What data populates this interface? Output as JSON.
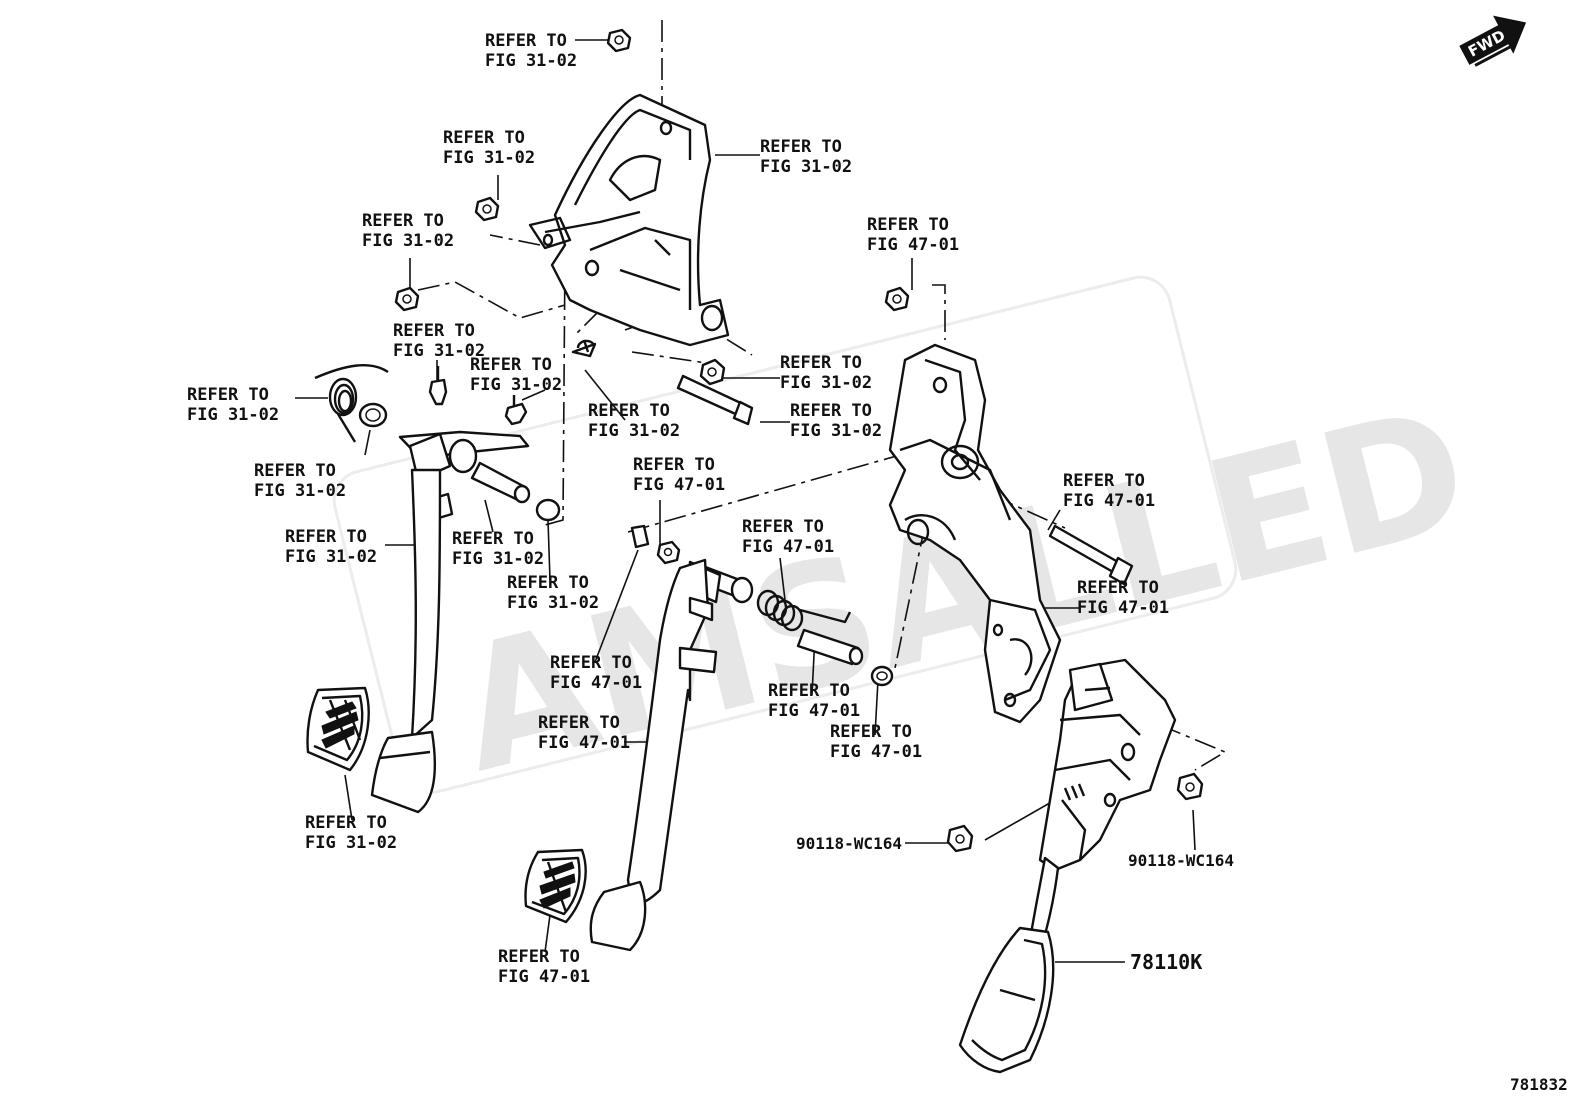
{
  "watermark": "AMSALLED",
  "fwd_label": "FWD",
  "diagram_number": "781832",
  "callouts": {
    "c1": [
      "REFER TO",
      "FIG 31-02"
    ],
    "c2": [
      "REFER TO",
      "FIG 31-02"
    ],
    "c3": [
      "REFER TO",
      "FIG 31-02"
    ],
    "c4": [
      "REFER TO",
      "FIG 31-02"
    ],
    "c5": [
      "REFER TO",
      "FIG 47-01"
    ],
    "c6": [
      "REFER TO",
      "FIG 31-02"
    ],
    "c7": [
      "REFER TO",
      "FIG 31-02"
    ],
    "c8": [
      "REFER TO",
      "FIG 31-02"
    ],
    "c9": [
      "REFER TO",
      "FIG 31-02"
    ],
    "c10": [
      "REFER TO",
      "FIG 31-02"
    ],
    "c11": [
      "REFER TO",
      "FIG 31-02"
    ],
    "c12": [
      "REFER TO",
      "FIG 31-02"
    ],
    "c13": [
      "REFER TO",
      "FIG 47-01"
    ],
    "c14": [
      "REFER TO",
      "FIG 47-01"
    ],
    "c15": [
      "REFER TO",
      "FIG 31-02"
    ],
    "c16": [
      "REFER TO",
      "FIG 31-02"
    ],
    "c17": [
      "REFER TO",
      "FIG 31-02"
    ],
    "c18": [
      "REFER TO",
      "FIG 47-01"
    ],
    "c19": [
      "REFER TO",
      "FIG 47-01"
    ],
    "c20": [
      "REFER TO",
      "FIG 47-01"
    ],
    "c21": [
      "REFER TO",
      "FIG 47-01"
    ],
    "c22": [
      "REFER TO",
      "FIG 47-01"
    ],
    "c23": [
      "REFER TO",
      "FIG 47-01"
    ],
    "c24": [
      "REFER TO",
      "FIG 31-02"
    ],
    "c25": [
      "REFER TO",
      "FIG 47-01"
    ]
  },
  "part_numbers": {
    "nut_left": "90118-WC164",
    "nut_right": "90118-WC164",
    "accel_pedal": "78110K"
  }
}
